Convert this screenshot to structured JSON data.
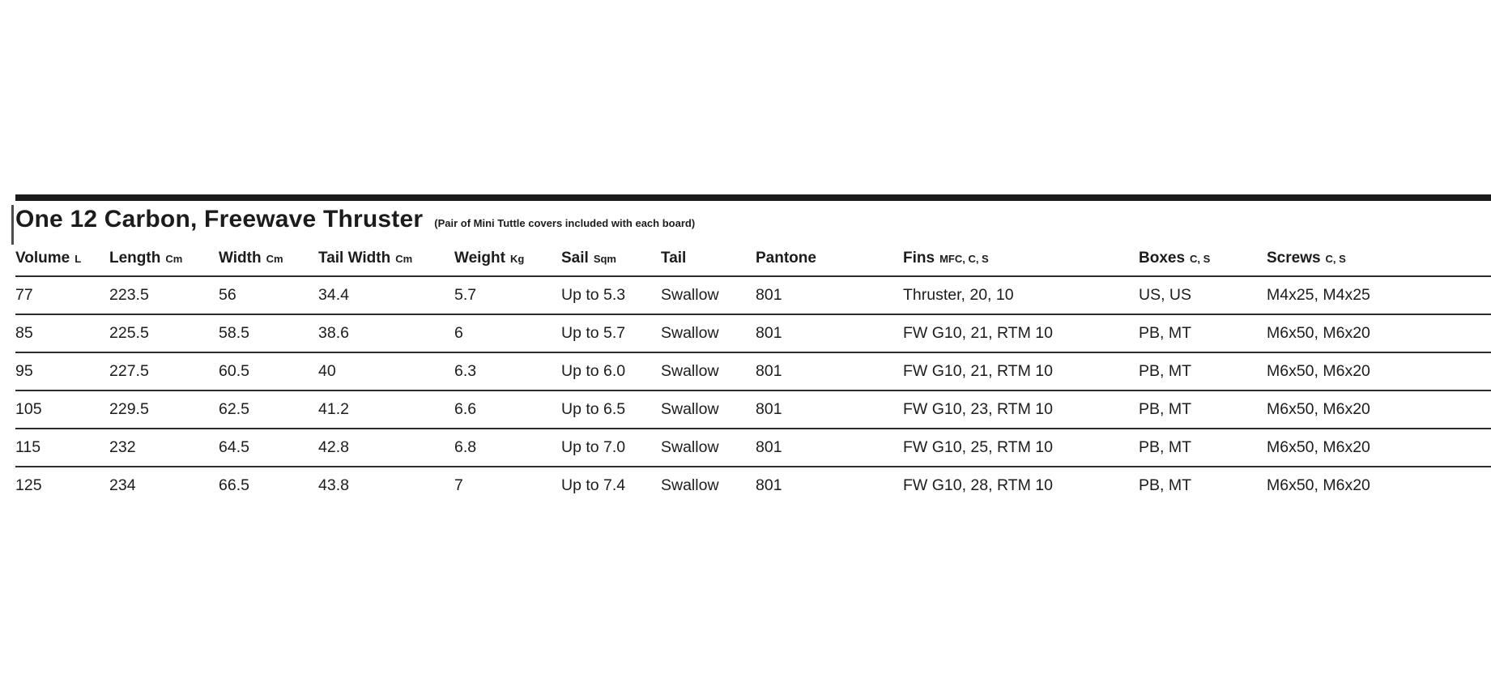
{
  "header": {
    "title": "One 12 Carbon, Freewave Thruster",
    "note": "(Pair of Mini Tuttle covers included with each board)"
  },
  "table": {
    "columns": [
      {
        "label": "Volume",
        "unit": "L"
      },
      {
        "label": "Length",
        "unit": "Cm"
      },
      {
        "label": "Width",
        "unit": "Cm"
      },
      {
        "label": "Tail Width",
        "unit": "Cm"
      },
      {
        "label": "Weight",
        "unit": "Kg"
      },
      {
        "label": "Sail",
        "unit": "Sqm"
      },
      {
        "label": "Tail",
        "unit": ""
      },
      {
        "label": "Pantone",
        "unit": ""
      },
      {
        "label": "Fins",
        "unit": "MFC, C, S"
      },
      {
        "label": "Boxes",
        "unit": "C, S"
      },
      {
        "label": "Screws",
        "unit": "C, S"
      }
    ],
    "rows": [
      [
        "77",
        "223.5",
        "56",
        "34.4",
        "5.7",
        "Up to 5.3",
        "Swallow",
        "801",
        "Thruster, 20, 10",
        "US, US",
        "M4x25, M4x25"
      ],
      [
        "85",
        "225.5",
        "58.5",
        "38.6",
        "6",
        "Up to 5.7",
        "Swallow",
        "801",
        "FW G10, 21, RTM 10",
        "PB, MT",
        "M6x50, M6x20"
      ],
      [
        "95",
        "227.5",
        "60.5",
        "40",
        "6.3",
        "Up to 6.0",
        "Swallow",
        "801",
        "FW G10, 21, RTM 10",
        "PB, MT",
        "M6x50, M6x20"
      ],
      [
        "105",
        "229.5",
        "62.5",
        "41.2",
        "6.6",
        "Up to 6.5",
        "Swallow",
        "801",
        "FW G10, 23, RTM 10",
        "PB, MT",
        "M6x50, M6x20"
      ],
      [
        "115",
        "232",
        "64.5",
        "42.8",
        "6.8",
        "Up to 7.0",
        "Swallow",
        "801",
        "FW G10, 25, RTM 10",
        "PB, MT",
        "M6x50, M6x20"
      ],
      [
        "125",
        "234",
        "66.5",
        "43.8",
        "7",
        "Up to 7.4",
        "Swallow",
        "801",
        "FW G10, 28, RTM 10",
        "PB, MT",
        "M6x50, M6x20"
      ]
    ]
  },
  "colors": {
    "background": "#ffffff",
    "text": "#1c1c1c",
    "rule": "#2d2d2d",
    "divider_bar": "#1b1b1b",
    "caret": "#4d4d4d"
  }
}
